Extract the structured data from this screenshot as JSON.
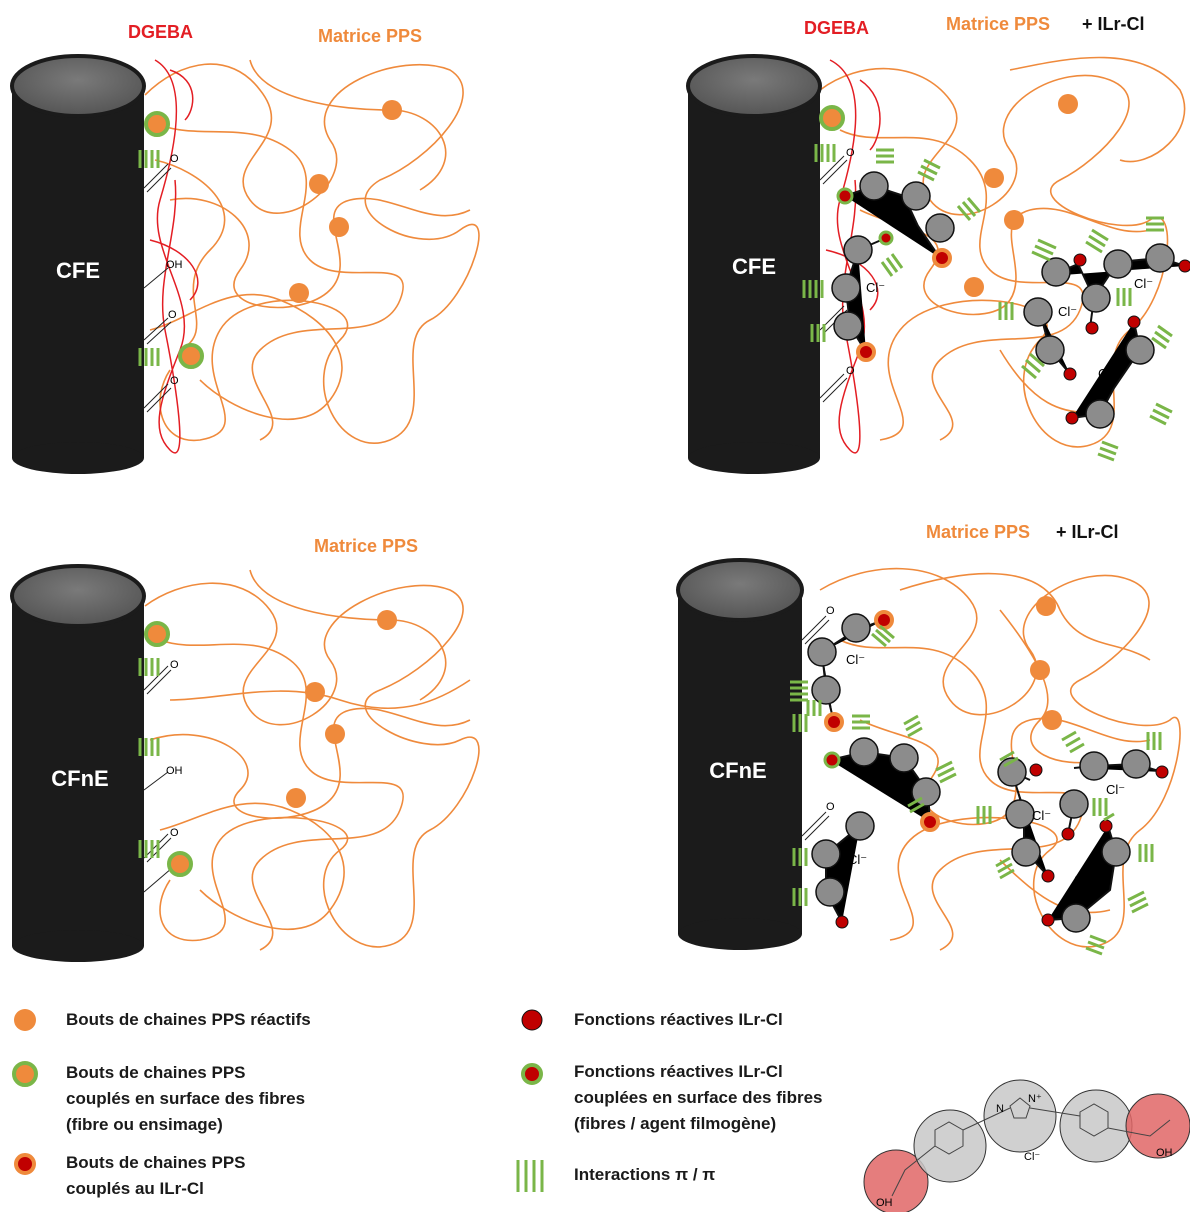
{
  "panels": {
    "top_left": {
      "fiber": "CFE",
      "sizing": "DGEBA",
      "matrix": "Matrice PPS",
      "plus": ""
    },
    "top_right": {
      "fiber": "CFE",
      "sizing": "DGEBA",
      "matrix": "Matrice PPS",
      "plus": "+ ILr-Cl"
    },
    "bottom_left": {
      "fiber": "CFnE",
      "matrix": "Matrice PPS",
      "plus": ""
    },
    "bottom_right": {
      "fiber": "CFnE",
      "matrix": "Matrice PPS",
      "plus": "+ ILr-Cl"
    }
  },
  "chem": {
    "carbonyl_o": "O",
    "hydroxyl": "OH",
    "chloride": "Cl⁻"
  },
  "legend": {
    "reactive_ends": "Bouts de chaines PPS réactifs",
    "coupled_fibers": "Bouts de chaines PPS\ncouplés en surface des fibres\n(fibre ou ensimage)",
    "coupled_ilr": "Bouts de chaines PPS\ncouplés au ILr-Cl",
    "ilr_functions": "Fonctions réactives ILr-Cl",
    "ilr_coupled": "Fonctions réactives ILr-Cl\ncouplées en surface des fibres\n(fibres / agent filmogène)",
    "interactions": "Interactions π / π"
  },
  "molecule": {
    "n_plus": "N⁺",
    "n": "N",
    "cl": "Cl⁻",
    "oh_left": "OH",
    "oh_right": "OH"
  },
  "colors": {
    "orange": "#ef8a3c",
    "red": "#e31e24",
    "dark_red": "#c00000",
    "green": "#7ab648",
    "gray": "#8c8c8c",
    "fiber": "#1b1b1b",
    "fiber_top": "#6d6d6d",
    "acid_fill": "#e06666"
  }
}
